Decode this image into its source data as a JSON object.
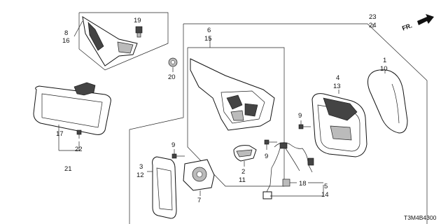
{
  "labels": {
    "p8": "8",
    "p16": "16",
    "p19": "19",
    "p20": "20",
    "p6": "6",
    "p15": "15",
    "p23": "23",
    "p24": "24",
    "p1": "1",
    "p10": "10",
    "p4": "4",
    "p13": "13",
    "p9a": "9",
    "p9b": "9",
    "p9c": "9",
    "p17": "17",
    "p22": "22",
    "p21": "21",
    "p3": "3",
    "p12": "12",
    "p7": "7",
    "p2": "2",
    "p11": "11",
    "p18": "18",
    "p5": "5",
    "p14": "14"
  },
  "direction_label": "FR.",
  "diagram_code": "T3M4B4300"
}
